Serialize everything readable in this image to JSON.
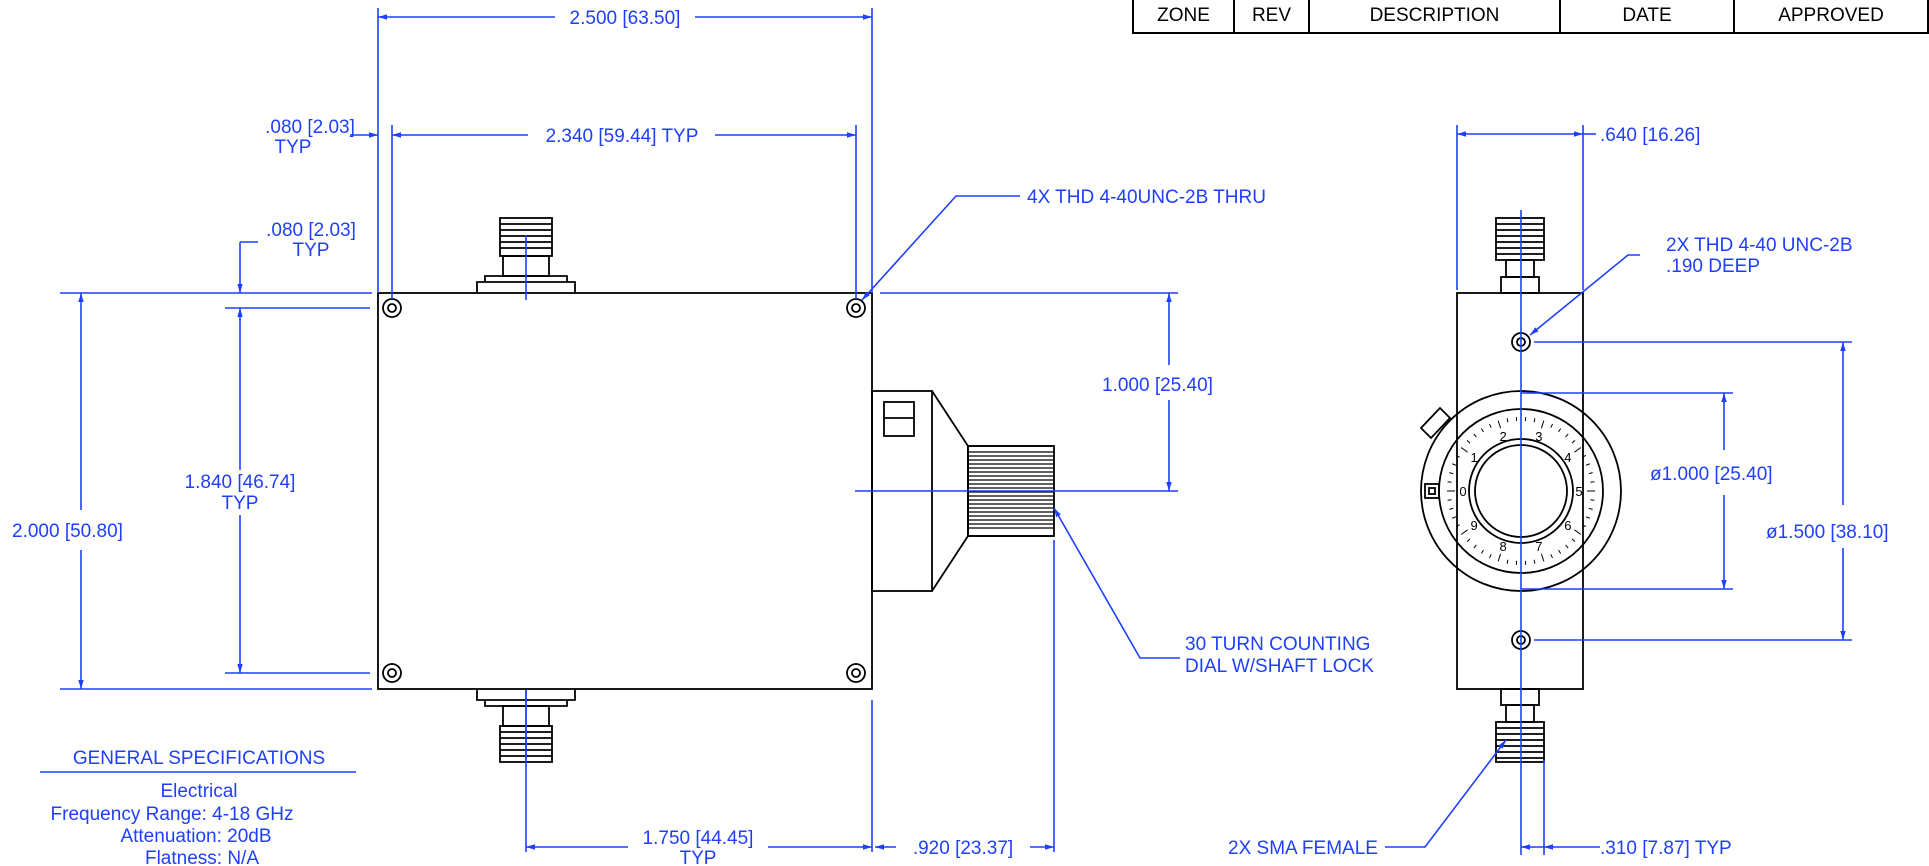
{
  "revision_table": {
    "zone": "ZONE",
    "rev": "REV",
    "description": "DESCRIPTION",
    "date": "DATE",
    "approved": "APPROVED"
  },
  "dims": {
    "overall_width": "2.500 [63.50]",
    "hole_spacing": "2.340 [59.44] TYP",
    "edge_offset_h": ".080 [2.03]",
    "edge_offset_h_typ": "TYP",
    "edge_offset_v": ".080 [2.03]",
    "edge_offset_v_typ": "TYP",
    "thread_note": "4X THD 4-40UNC-2B THRU",
    "overall_height": "2.000 [50.80]",
    "hole_height": "1.840 [46.74]",
    "hole_height_typ": "TYP",
    "shaft_height": "1.000 [25.40]",
    "dial_note_line1": "30 TURN COUNTING",
    "dial_note_line2": "DIAL W/SHAFT LOCK",
    "connector_spacing": "1.750 [44.45]",
    "connector_spacing_typ": "TYP",
    "dial_depth": ".920 [23.37]",
    "side_width": ".640 [16.26]",
    "side_thread_line1": "2X THD 4-40 UNC-2B",
    "side_thread_line2": ".190 DEEP",
    "inner_dia": "ø1.000 [25.40]",
    "outer_dia": "ø1.500 [38.10]",
    "sma_note": "2X SMA FEMALE",
    "sma_offset": ".310 [7.87] TYP"
  },
  "dial_numbers": [
    "0",
    "1",
    "2",
    "3",
    "4",
    "5",
    "6",
    "7",
    "8",
    "9"
  ],
  "specs": {
    "title": "GENERAL SPECIFICATIONS",
    "section": "Electrical",
    "freq": "Frequency Range: 4-18 GHz",
    "atten": "Attenuation: 20dB",
    "flatness": "Flatness: N/A"
  },
  "colors": {
    "dimension": "#1f3fff",
    "outline": "#000000"
  }
}
